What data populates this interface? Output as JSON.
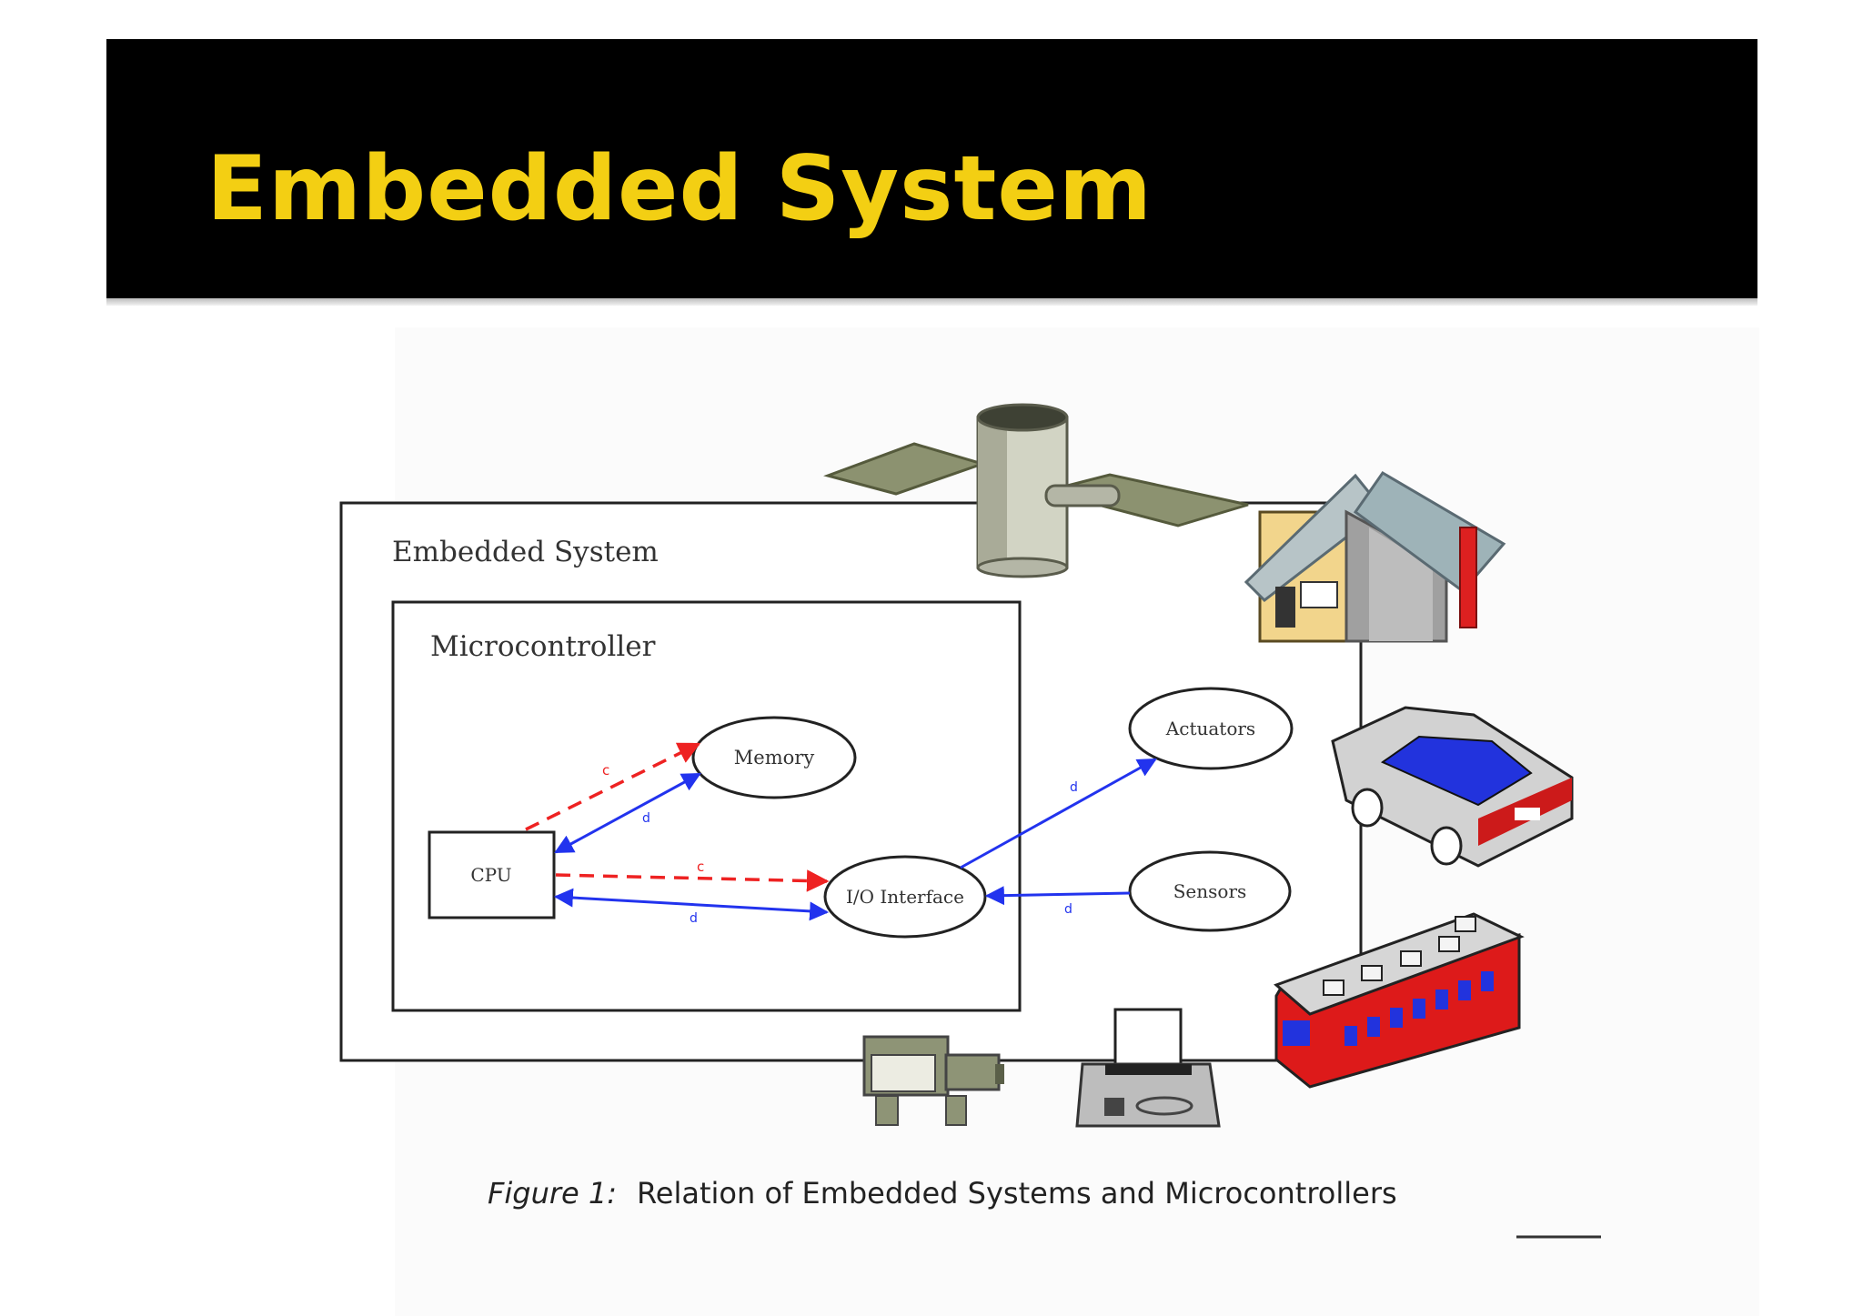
{
  "slide": {
    "title": "Embedded System"
  },
  "diagram": {
    "outer_label": "Embedded System",
    "inner_label": "Microcontroller",
    "nodes": {
      "cpu": "CPU",
      "memory": "Memory",
      "io": "I/O Interface",
      "actuators": "Actuators",
      "sensors": "Sensors"
    },
    "edge_marks": {
      "cpu_memory_control": "c",
      "cpu_io_control": "c",
      "cpu_memory_data": "d",
      "cpu_io_data": "d",
      "io_actuators": "d",
      "sensors_io": "d"
    },
    "colors": {
      "control_edge": "#ee2222",
      "data_edge": "#2233ee"
    },
    "illustrations": [
      "satellite",
      "house",
      "car",
      "train",
      "video-camera",
      "fax-printer"
    ]
  },
  "caption": {
    "prefix": "Figure 1:",
    "text": "Relation of Embedded Systems and Microcontrollers"
  }
}
